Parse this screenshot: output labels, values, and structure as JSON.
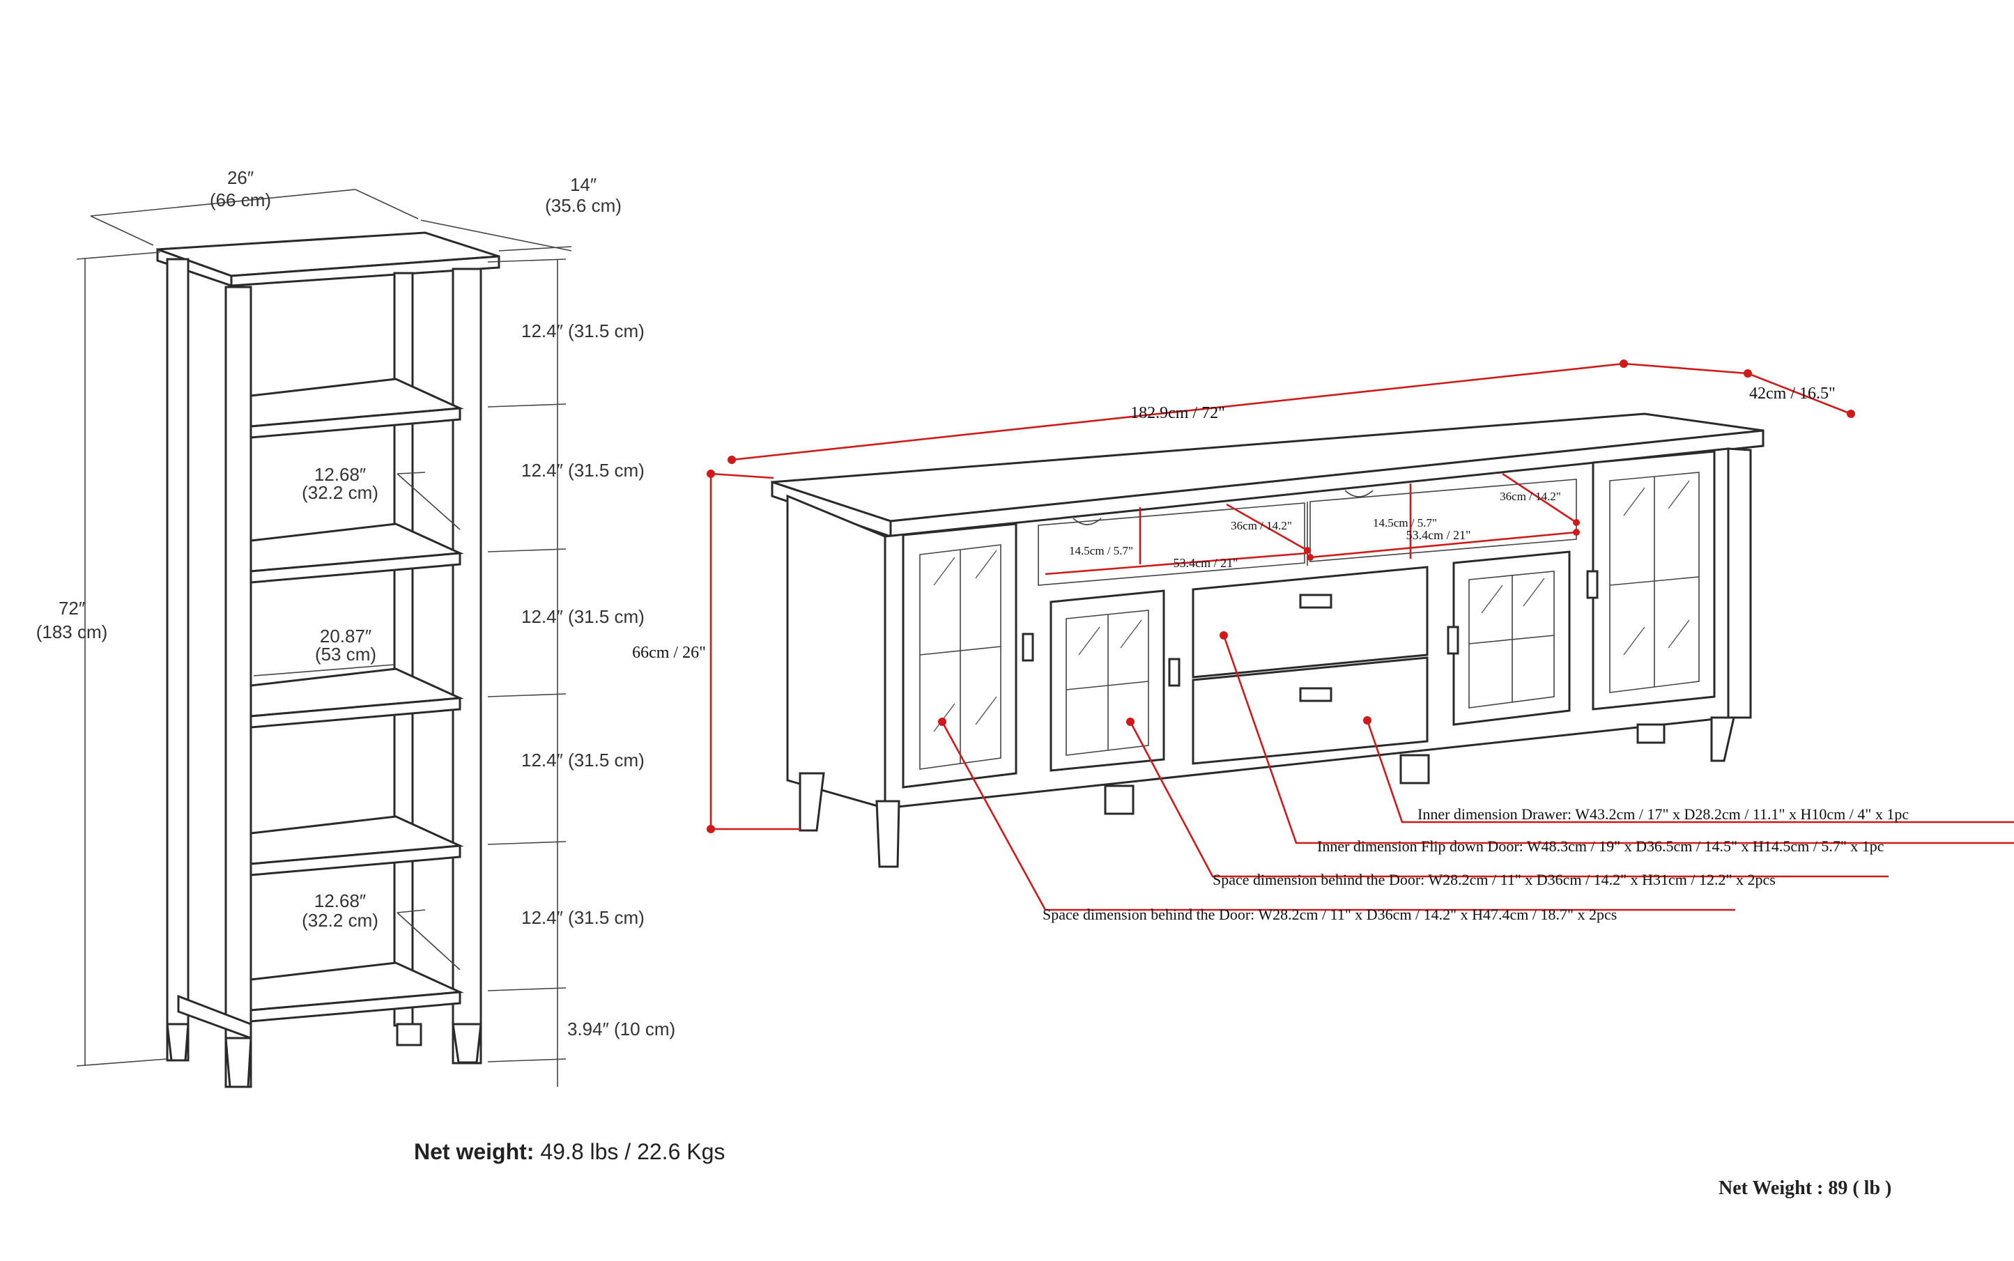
{
  "bookcase": {
    "width_in": "26″",
    "width_cm": "(66 cm)",
    "depth_in": "14″",
    "depth_cm": "(35.6 cm)",
    "height_in": "72″",
    "height_cm": "(183 cm)",
    "shelf_spacing": [
      "12.4″ (31.5 cm)",
      "12.4″ (31.5 cm)",
      "12.4″ (31.5 cm)",
      "12.4″ (31.5 cm)",
      "12.4″ (31.5 cm)"
    ],
    "base_height": "3.94″ (10 cm)",
    "shelf_depth_1_in": "12.68″",
    "shelf_depth_1_cm": "(32.2 cm)",
    "shelf_width_in": "20.87″",
    "shelf_width_cm": "(53 cm)",
    "shelf_depth_2_in": "12.68″",
    "shelf_depth_2_cm": "(32.2 cm)",
    "net_weight_label": "Net weight:",
    "net_weight_value": " 49.8 lbs / 22.6 Kgs"
  },
  "tv_stand": {
    "width": "182.9cm / 72\"",
    "depth": "42cm / 16.5\"",
    "height": "66cm / 26\"",
    "compartment_left_height": "14.5cm / 5.7\"",
    "compartment_left_depth": "36cm / 14.2\"",
    "compartment_left_width": "53.4cm / 21\"",
    "compartment_right_height": "14.5cm / 5.7\"",
    "compartment_right_depth": "36cm / 14.2\"",
    "compartment_right_width": "53.4cm / 21\"",
    "callouts": [
      "Inner dimension Drawer: W43.2cm / 17\" x D28.2cm / 11.1\" x H10cm / 4\" x 1pc",
      "Inner dimension Flip down Door: W48.3cm / 19\" x D36.5cm / 14.5\" x H14.5cm / 5.7\" x 1pc",
      "Space dimension behind the Door: W28.2cm / 11\" x D36cm / 14.2\" x H31cm / 12.2\" x 2pcs",
      "Space dimension behind the Door:  W28.2cm / 11\" x D36cm / 14.2\" x H47.4cm / 18.7\" x 2pcs"
    ],
    "net_weight": "Net Weight : 89 ( lb )"
  },
  "colors": {
    "line": "#2a2a2a",
    "dimension_red": "#d01a1a"
  }
}
